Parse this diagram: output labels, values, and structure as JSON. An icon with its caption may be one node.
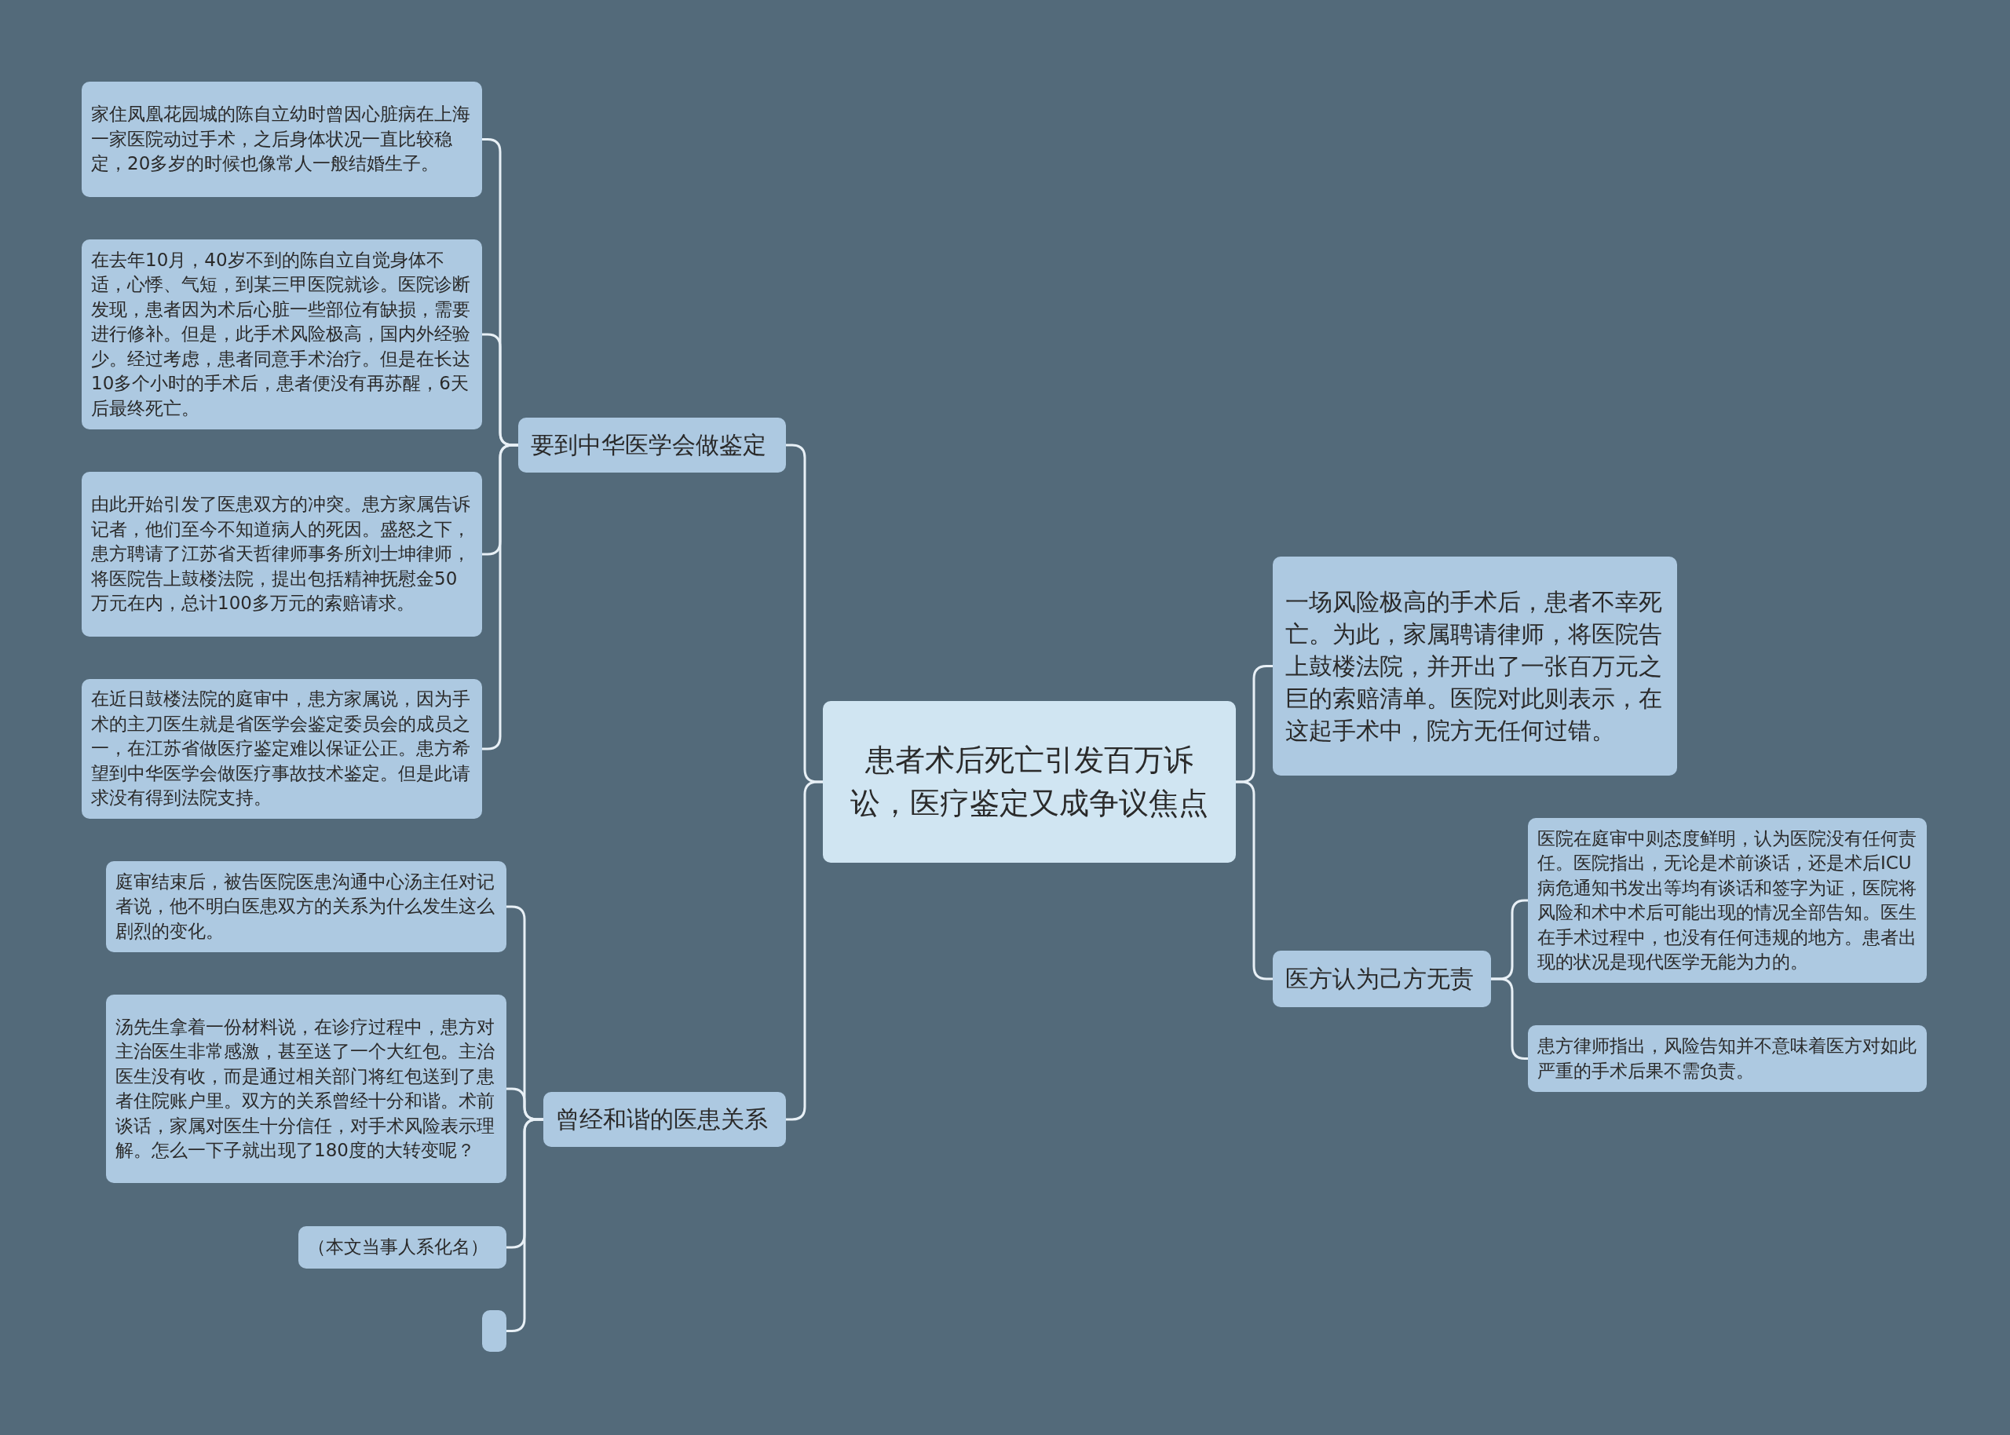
{
  "diagram": {
    "nodes": [
      {
        "text": [
          "患者术后死亡引发百万诉讼，医疗鉴定又成争议焦点"
        ]
      },
      {
        "text": [
          "要到中华医学会做鉴定"
        ]
      },
      {
        "text": [
          "家住凤凰花园城的陈自立幼时曾因心脏病在上海一家医院动过手术，之后身体状况一直比较稳定，20多岁的时候也像常人一般结婚生子。"
        ]
      },
      {
        "text": [
          "在去年10月，40岁不到的陈自立自觉身体不适，心悸、气短，到某三甲医院就诊。医院诊断发现，患者因为术后心脏一些部位有缺损，需要进行修补。但是，此手术风险极高，国内外经验少。经过考虑，患者同意手术治疗。但是在长达10多个小时的手术后，患者便没有再苏醒，6天后最终死亡。"
        ]
      },
      {
        "text": [
          "由此开始引发了医患双方的冲突。患方家属告诉记者，他们至今不知道病人的死因。盛怒之下，患方聘请了江苏省天哲律师事务所刘士坤律师，将医院告上鼓楼法院，提出包括精神抚慰金50万元在内，总计100多万元的索赔请求。"
        ]
      },
      {
        "text": [
          "在近日鼓楼法院的庭审中，患方家属说，因为手术的主刀医生就是省医学会鉴定委员会的成员之一，在江苏省做医疗鉴定难以保证公正。患方希望到中华医学会做医疗事故技术鉴定。但是此请求没有得到法院支持。"
        ]
      },
      {
        "text": [
          "曾经和谐的医患关系"
        ]
      },
      {
        "text": [
          "庭审结束后，被告医院医患沟通中心汤主任对记者说，他不明白医患双方的关系为什么发生这么剧烈的变化。"
        ]
      },
      {
        "text": [
          "汤先生拿着一份材料说，在诊疗过程中，患方对主治医生非常感激，甚至送了一个大红包。主治医生没有收，而是通过相关部门将红包送到了患者住院账户里。双方的关系曾经十分和谐。术前谈话，家属对医生十分信任，对手术风险表示理解。怎么一下子就出现了180度的大转变呢？"
        ]
      },
      {
        "text": [
          "（本文当事人系化名）"
        ]
      },
      {
        "text": [],
        "shape": "box"
      },
      {
        "text": [
          "一场风险极高的手术后，患者不幸死亡。为此，家属聘请律师，将医院告上鼓楼法院，并开出了一张百万元之巨的索赔清单。医院对此则表示，在这起手术中，院方无任何过错。"
        ]
      },
      {
        "text": [
          "医方认为己方无责"
        ]
      },
      {
        "text": [
          "医院在庭审中则态度鲜明，认为医院没有任何责任。医院指出，无论是术前谈话，还是术后ICU病危通知书发出等均有谈话和签字为证，医院将风险和术中术后可能出现的情况全部告知。医生在手术过程中，也没有任何违规的地方。患者出现的状况是现代医学无能为力的。"
        ]
      },
      {
        "text": [
          "患方律师指出，风险告知并不意味着医方对如此严重的手术后果不需负责。"
        ]
      }
    ],
    "edges": [
      {
        "from": 0,
        "to": 1,
        "arrow": "none"
      },
      {
        "from": 1,
        "to": 2,
        "arrow": "none"
      },
      {
        "from": 1,
        "to": 3,
        "arrow": "none"
      },
      {
        "from": 1,
        "to": 4,
        "arrow": "none"
      },
      {
        "from": 1,
        "to": 5,
        "arrow": "none"
      },
      {
        "from": 0,
        "to": 6,
        "arrow": "none"
      },
      {
        "from": 6,
        "to": 7,
        "arrow": "none"
      },
      {
        "from": 6,
        "to": 8,
        "arrow": "none"
      },
      {
        "from": 6,
        "to": 9,
        "arrow": "none"
      },
      {
        "from": 6,
        "to": 10,
        "arrow": "none"
      },
      {
        "from": 0,
        "to": 11,
        "arrow": "none"
      },
      {
        "from": 0,
        "to": 12,
        "arrow": "none"
      },
      {
        "from": 12,
        "to": 13,
        "arrow": "none"
      },
      {
        "from": 12,
        "to": 14,
        "arrow": "none"
      }
    ]
  }
}
